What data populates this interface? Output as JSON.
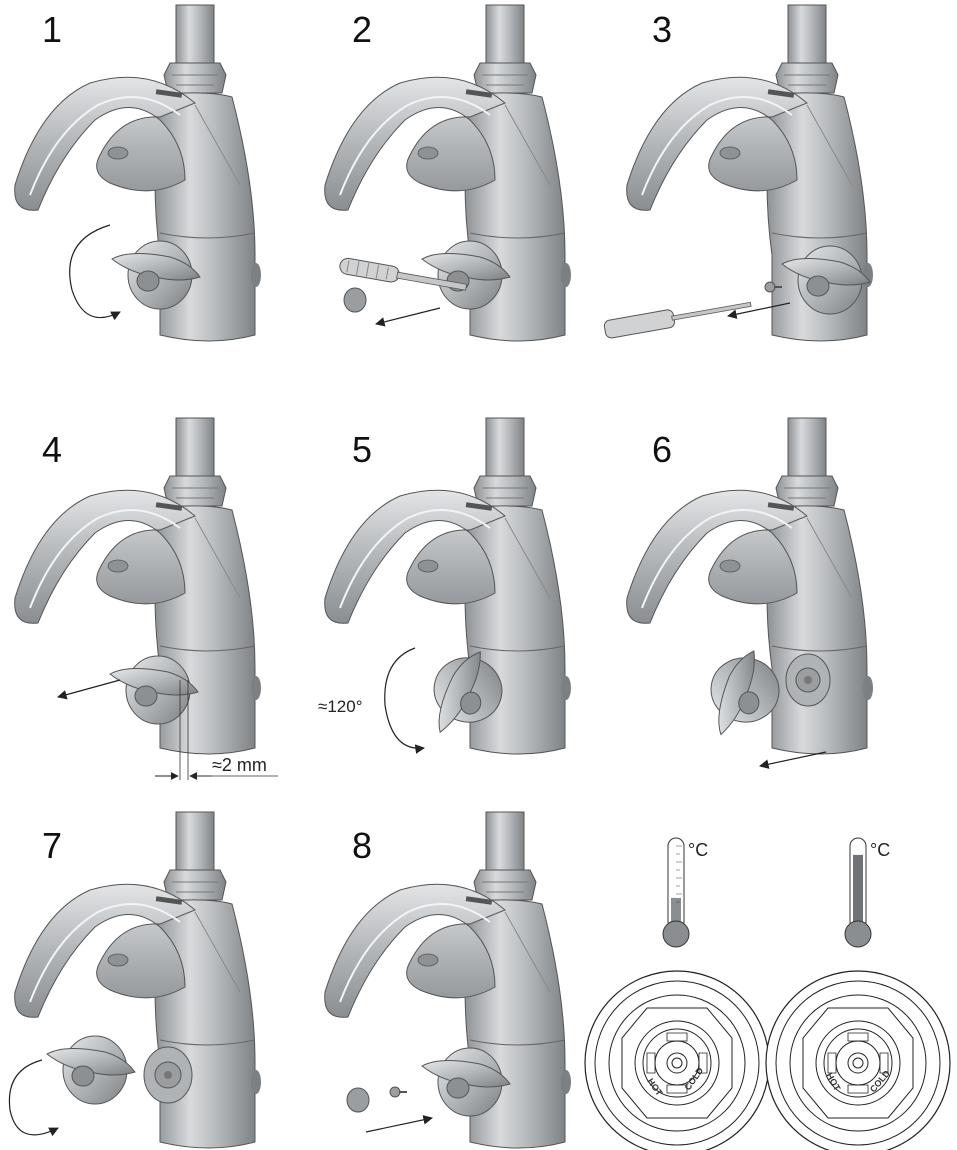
{
  "steps": [
    {
      "number": "1",
      "action": "rotate-handle"
    },
    {
      "number": "2",
      "action": "remove-cap-with-screwdriver"
    },
    {
      "number": "3",
      "action": "remove-screw"
    },
    {
      "number": "4",
      "action": "pull-handle-out",
      "annotation": "≈2 mm"
    },
    {
      "number": "5",
      "action": "rotate-handle",
      "annotation": "≈120°"
    },
    {
      "number": "6",
      "action": "remove-handle"
    },
    {
      "number": "7",
      "action": "rotate-handle"
    },
    {
      "number": "8",
      "action": "reinstall-screw-and-cap"
    }
  ],
  "thermostat": {
    "left": {
      "unit_label": "°C",
      "dial_hot": "HOT",
      "dial_cold": "COLD",
      "level": 0.35
    },
    "right": {
      "unit_label": "°C",
      "dial_hot": "HOT",
      "dial_cold": "COLD",
      "level": 0.85
    }
  },
  "colors": {
    "metal": "#b9bcbf",
    "metal_dark": "#8e9295",
    "metal_light": "#dfe1e3",
    "outline": "#555555"
  }
}
